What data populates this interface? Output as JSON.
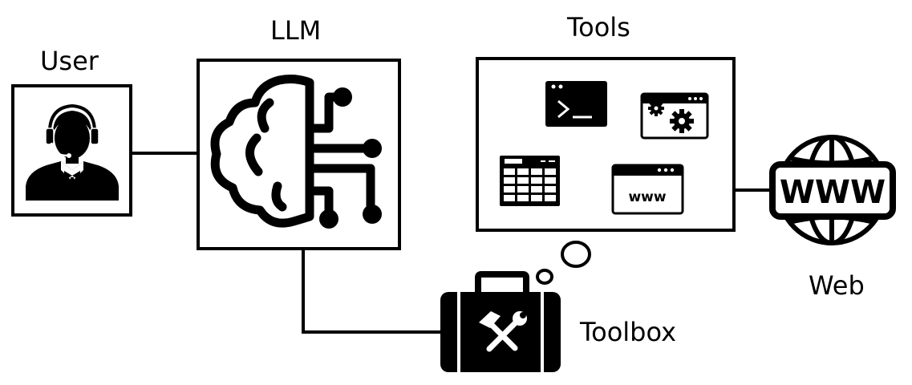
{
  "labels": {
    "user": "User",
    "llm": "LLM",
    "tools": "Tools",
    "web": "Web",
    "toolbox": "Toolbox"
  },
  "icons": {
    "user": "support-agent-icon",
    "llm": "brain-circuit-icon",
    "terminal": "terminal-window-icon",
    "settings": "settings-window-icon",
    "spreadsheet": "spreadsheet-icon",
    "browser": "browser-www-icon",
    "web": "globe-www-icon",
    "toolbox": "toolbox-icon"
  },
  "colors": {
    "stroke": "#000000",
    "background": "#ffffff"
  }
}
